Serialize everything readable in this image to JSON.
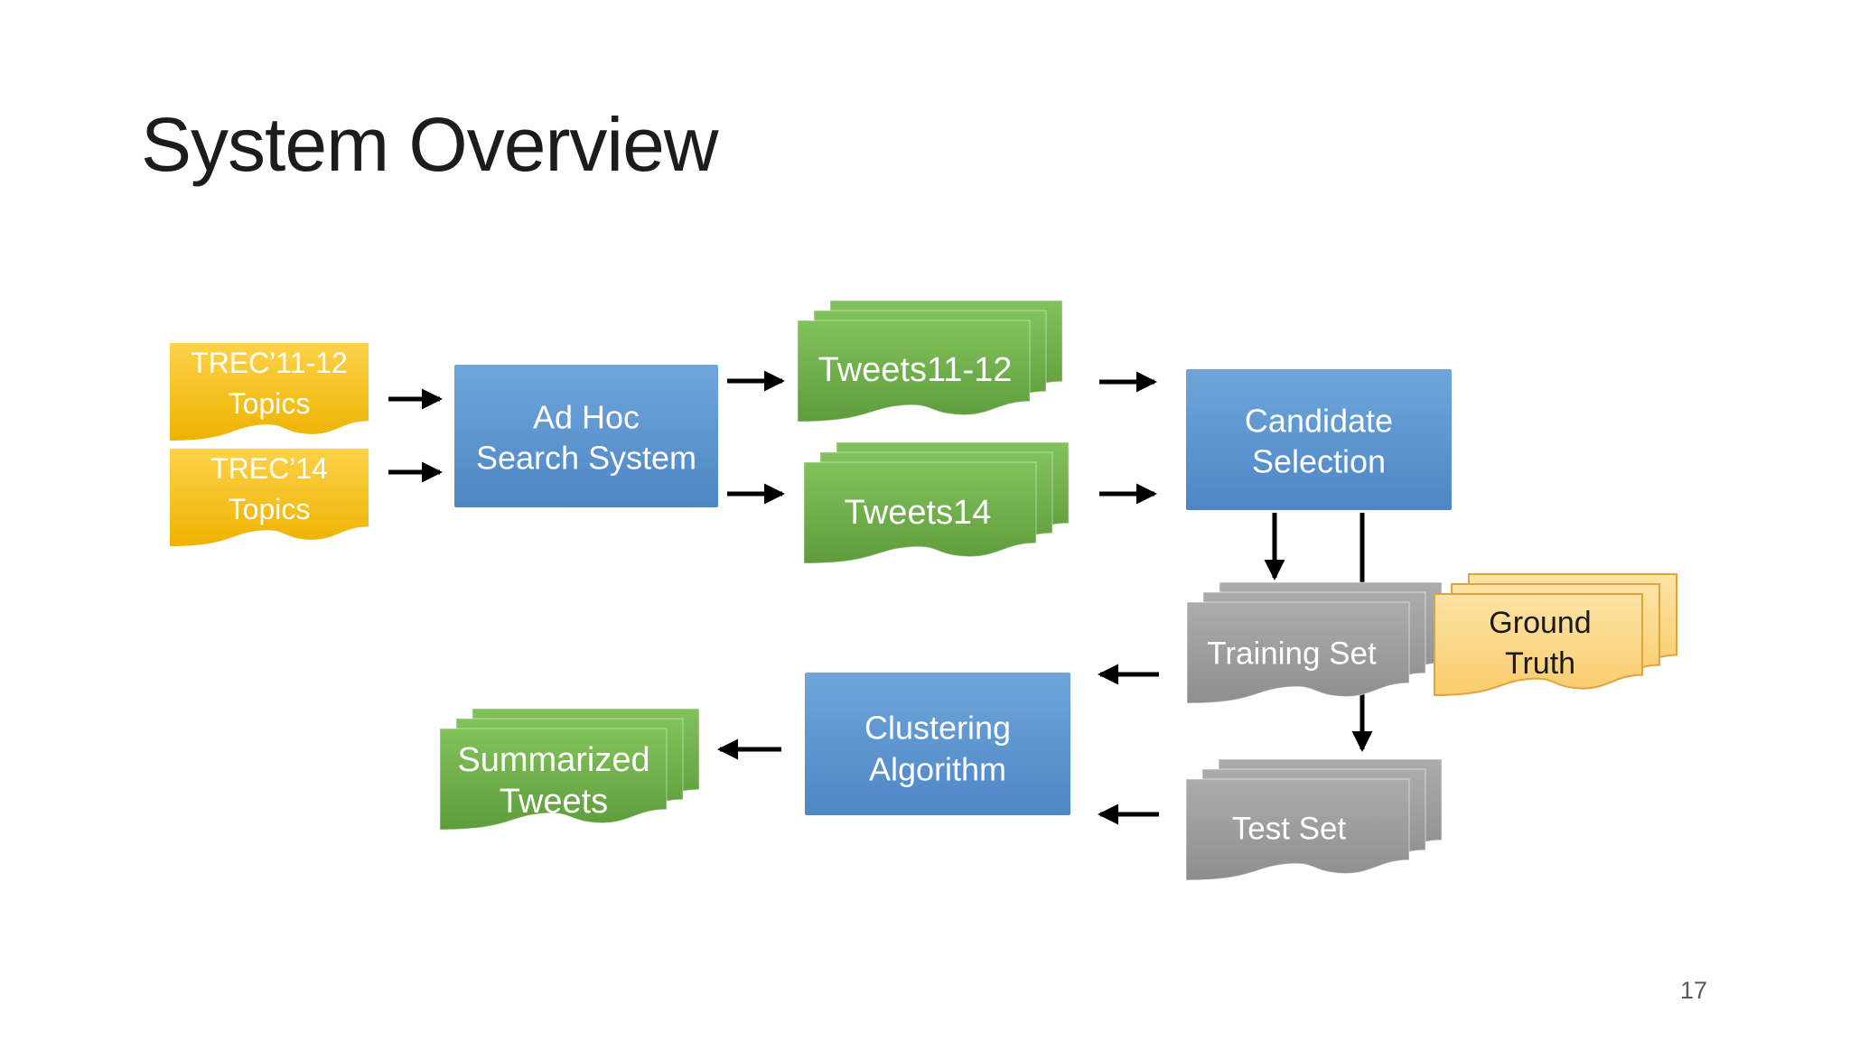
{
  "slide": {
    "title": "System Overview",
    "page_number": "17",
    "background": "#ffffff"
  },
  "colors": {
    "process_blue": "#5b9bd5",
    "data_green": "#70ad47",
    "topics_gold": "#ffc000",
    "set_gray": "#a6a6a6",
    "ground_truth_fill": "#fcd47e",
    "ground_truth_border": "#e0a33e",
    "arrow_black": "#000000",
    "title_text": "#1c1c1c",
    "page_number_gray": "#595959"
  },
  "nodes": {
    "trec_11_12_topics": {
      "line1": "TREC’11-12",
      "line2": "Topics",
      "shape": "document",
      "color": "gold"
    },
    "trec_14_topics": {
      "line1": "TREC’14",
      "line2": "Topics",
      "shape": "document",
      "color": "gold"
    },
    "ad_hoc_search": {
      "line1": "Ad Hoc",
      "line2": "Search System",
      "shape": "process-box",
      "color": "blue"
    },
    "tweets_11_12": {
      "label": "Tweets11-12",
      "shape": "multidocument",
      "color": "green"
    },
    "tweets_14": {
      "label": "Tweets14",
      "shape": "multidocument",
      "color": "green"
    },
    "candidate_selection": {
      "line1": "Candidate",
      "line2": "Selection",
      "shape": "process-box",
      "color": "blue"
    },
    "training_set": {
      "label": "Training Set",
      "shape": "multidocument",
      "color": "gray"
    },
    "ground_truth": {
      "line1": "Ground",
      "line2": "Truth",
      "shape": "multidocument",
      "color": "amber"
    },
    "test_set": {
      "label": "Test Set",
      "shape": "multidocument",
      "color": "gray"
    },
    "clustering_algorithm": {
      "line1": "Clustering",
      "line2": "Algorithm",
      "shape": "process-box",
      "color": "blue"
    },
    "summarized_tweets": {
      "line1": "Summarized",
      "line2": "Tweets",
      "shape": "multidocument",
      "color": "green"
    }
  },
  "edges": [
    {
      "from": "trec_11_12_topics",
      "to": "ad_hoc_search"
    },
    {
      "from": "trec_14_topics",
      "to": "ad_hoc_search"
    },
    {
      "from": "ad_hoc_search",
      "to": "tweets_11_12"
    },
    {
      "from": "ad_hoc_search",
      "to": "tweets_14"
    },
    {
      "from": "tweets_11_12",
      "to": "candidate_selection"
    },
    {
      "from": "tweets_14",
      "to": "candidate_selection"
    },
    {
      "from": "candidate_selection",
      "to": "training_set"
    },
    {
      "from": "candidate_selection",
      "to": "test_set"
    },
    {
      "from": "training_set",
      "to": "test_set"
    },
    {
      "from": "training_set",
      "to": "clustering_algorithm"
    },
    {
      "from": "test_set",
      "to": "clustering_algorithm"
    },
    {
      "from": "clustering_algorithm",
      "to": "summarized_tweets"
    }
  ]
}
